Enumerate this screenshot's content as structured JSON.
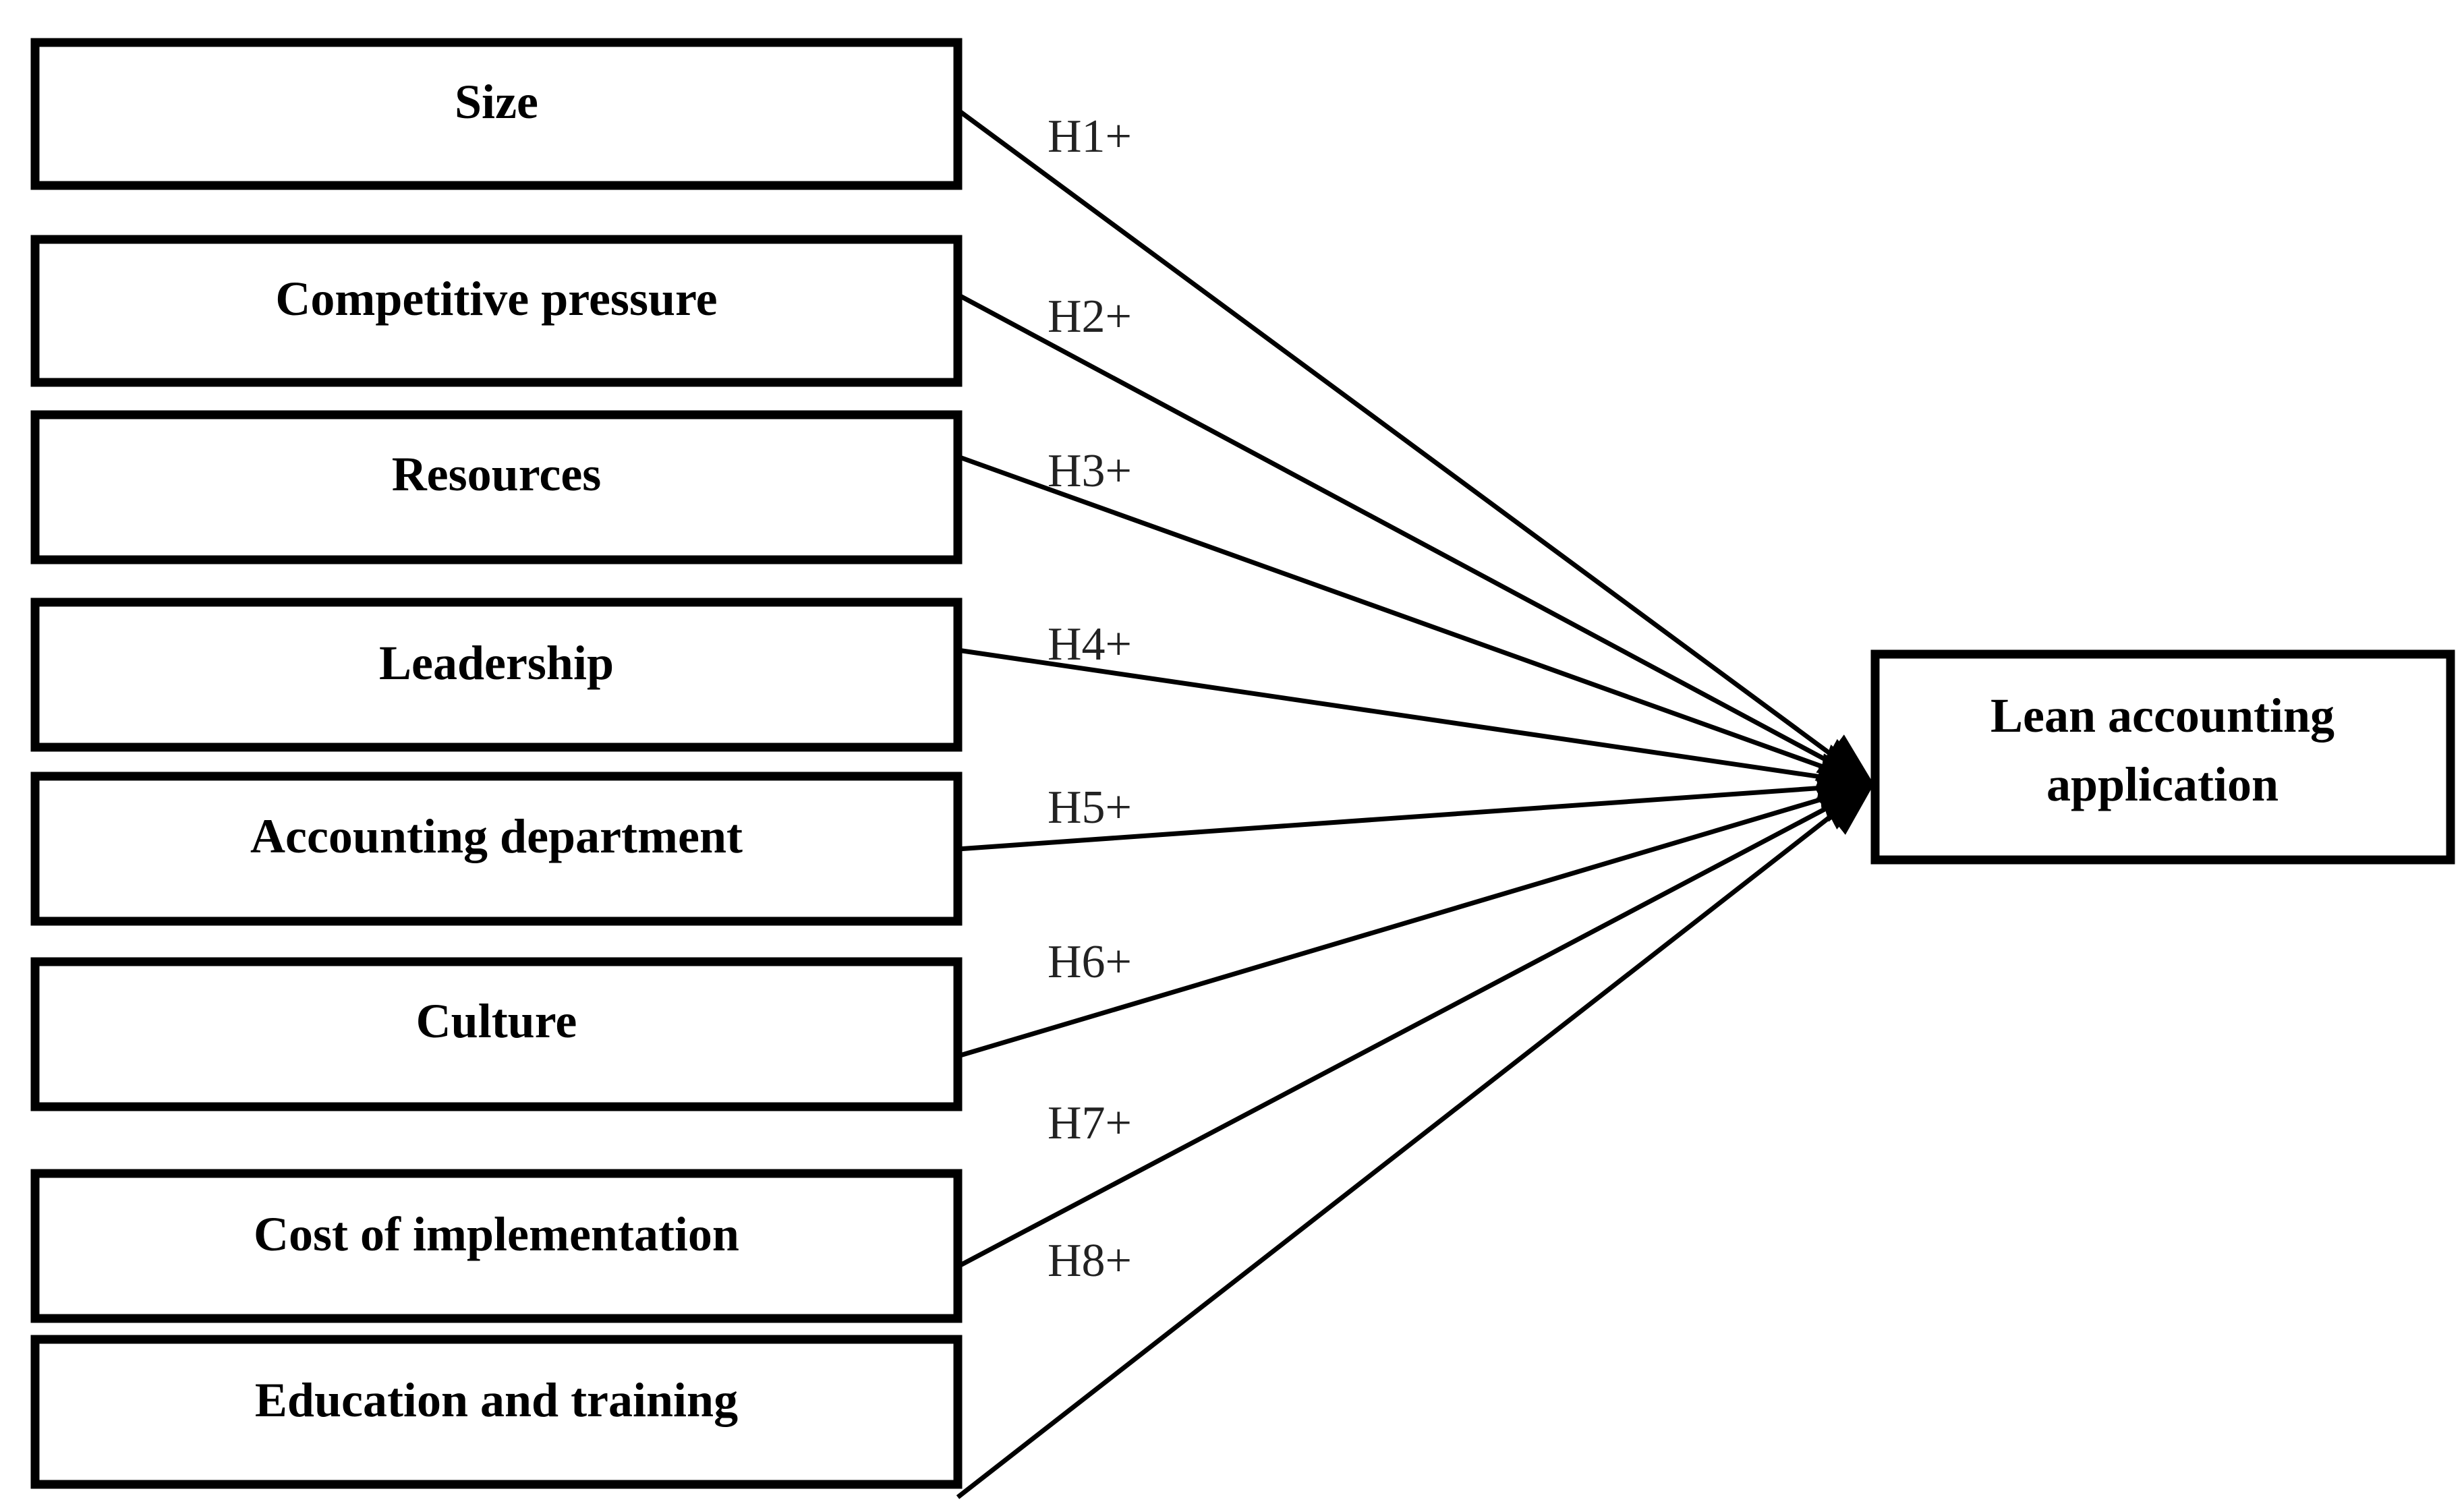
{
  "diagram": {
    "factors": [
      {
        "label": "Size",
        "hypothesis": "H1+"
      },
      {
        "label": "Competitive pressure",
        "hypothesis": "H2+"
      },
      {
        "label": "Resources",
        "hypothesis": "H3+"
      },
      {
        "label": "Leadership",
        "hypothesis": "H4+"
      },
      {
        "label": "Accounting department",
        "hypothesis": "H5+"
      },
      {
        "label": "Culture",
        "hypothesis": "H6+"
      },
      {
        "label": "Cost of implementation",
        "hypothesis": "H7+"
      },
      {
        "label": "Education and training",
        "hypothesis": "H8+"
      }
    ],
    "outcome": {
      "line1": "Lean accounting",
      "line2": "application"
    },
    "colors": {
      "stroke": "#000000",
      "background": "#ffffff"
    }
  }
}
